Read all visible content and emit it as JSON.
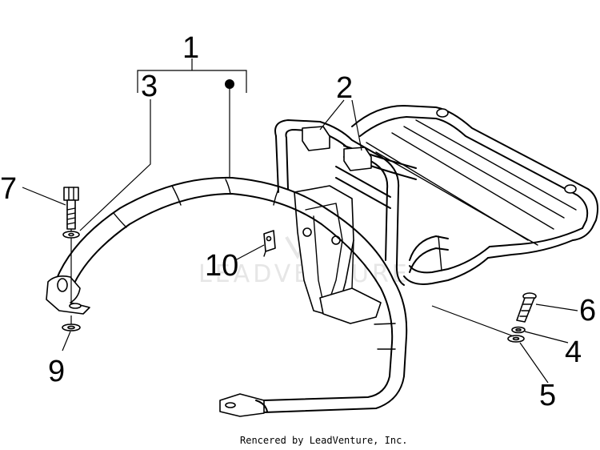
{
  "callouts": {
    "c1": "1",
    "c2": "2",
    "c3": "3",
    "c4": "4",
    "c5": "5",
    "c6": "6",
    "c7": "7",
    "c9": "9",
    "c10": "10"
  },
  "watermark": "LEADVENTURE",
  "credit": "Rencered by LeadVenture, Inc.",
  "colors": {
    "line": "#000000",
    "watermark": "#e6e6e6",
    "background": "#ffffff"
  }
}
